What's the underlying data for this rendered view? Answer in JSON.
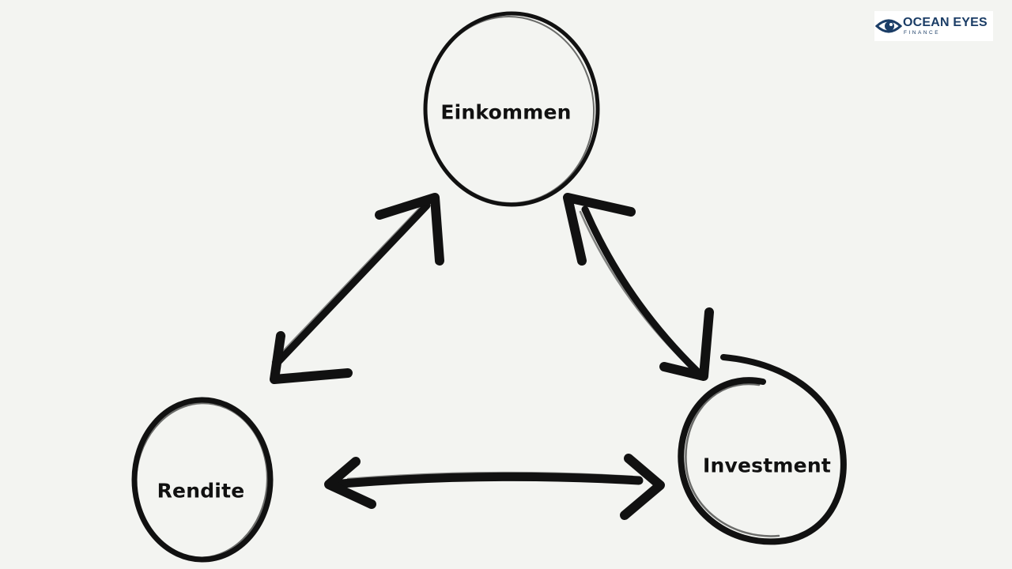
{
  "nodes": {
    "einkommen": {
      "label": "Einkommen"
    },
    "rendite": {
      "label": "Rendite"
    },
    "investment": {
      "label": "Investment"
    }
  },
  "edges": [
    {
      "from": "einkommen",
      "to": "rendite",
      "direction": "both"
    },
    {
      "from": "einkommen",
      "to": "investment",
      "direction": "both"
    },
    {
      "from": "rendite",
      "to": "investment",
      "direction": "both"
    }
  ],
  "logo": {
    "name": "OCEAN EYES",
    "sub": "FINANCE",
    "icon": "eye-icon",
    "color": "#1b3d66"
  },
  "colors": {
    "background": "#f3f4f1",
    "ink": "#111111"
  }
}
